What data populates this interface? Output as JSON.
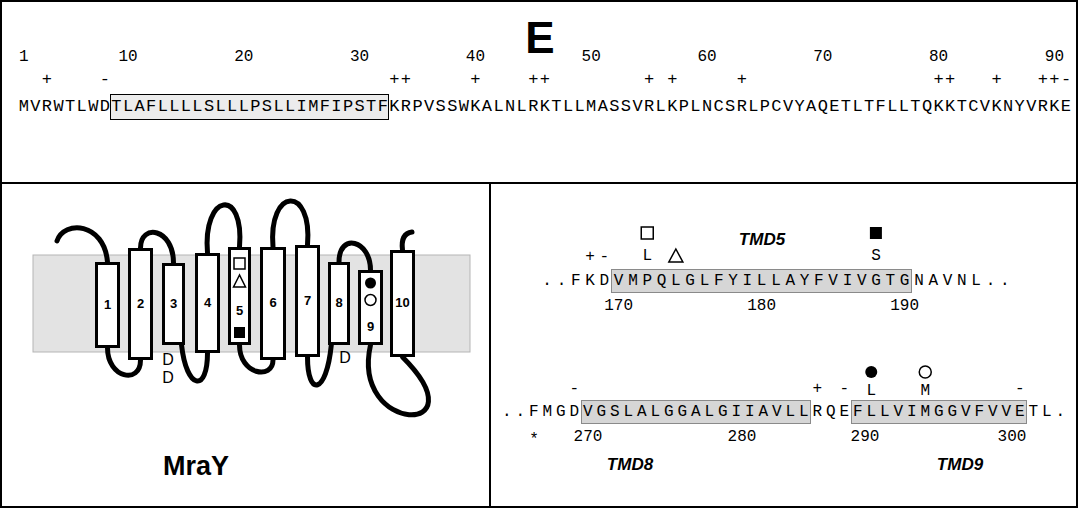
{
  "diagram": {
    "nodes": [
      {
        "text": [
          "TLAFLLLLSLLLPSLLIMFIPSTF"
        ]
      },
      {
        "text": [
          "1"
        ]
      },
      {
        "text": [
          "2"
        ]
      },
      {
        "text": [
          "3"
        ]
      },
      {
        "text": [
          "4"
        ]
      },
      {
        "text": [
          "5"
        ]
      },
      {
        "text": [
          "6"
        ]
      },
      {
        "text": [
          "7"
        ]
      },
      {
        "text": [
          "8"
        ]
      },
      {
        "text": [
          "9"
        ]
      },
      {
        "text": [
          "10"
        ]
      },
      {
        "text": [
          "VMPQLGLFYILLAYFVIVGTG"
        ]
      },
      {
        "text": [
          "VGSLALGGALGIIAVLL"
        ]
      },
      {
        "text": [
          "FLLVIMGGVFVVE"
        ]
      }
    ],
    "edges": [
      {
        "from": 1,
        "to": 2,
        "arrow": "none"
      },
      {
        "from": 2,
        "to": 3,
        "arrow": "none"
      },
      {
        "from": 3,
        "to": 4,
        "arrow": "none"
      },
      {
        "from": 4,
        "to": 5,
        "arrow": "none"
      },
      {
        "from": 5,
        "to": 6,
        "arrow": "none"
      },
      {
        "from": 6,
        "to": 7,
        "arrow": "none"
      },
      {
        "from": 7,
        "to": 8,
        "arrow": "none"
      },
      {
        "from": 8,
        "to": 9,
        "arrow": "none"
      },
      {
        "from": 9,
        "to": 10,
        "arrow": "none"
      }
    ],
    "labels": [
      "E",
      "1",
      "10",
      "20",
      "30",
      "40",
      "50",
      "60",
      "70",
      "80",
      "90",
      "+",
      "-",
      "++",
      "+",
      "++",
      "+",
      "+",
      "+",
      "++",
      "+",
      "++-",
      "MVRWTLWD",
      "KRPVSSWKALNLRKTLLMASSVRLKPLNCSRLPCVYAQETLTFLLTQKKTCVKNYVRKE",
      "D",
      "D",
      "D",
      "MraY",
      "+-",
      "L",
      "S",
      "TMD5",
      "..FKD",
      "NAVNL..",
      "170",
      "180",
      "190",
      "-",
      "+",
      "-",
      "L",
      "M",
      "-",
      "..FMGD",
      "RQE",
      "TL.",
      "*",
      "270",
      "280",
      "290",
      "300",
      "TMD8",
      "TMD9"
    ]
  }
}
